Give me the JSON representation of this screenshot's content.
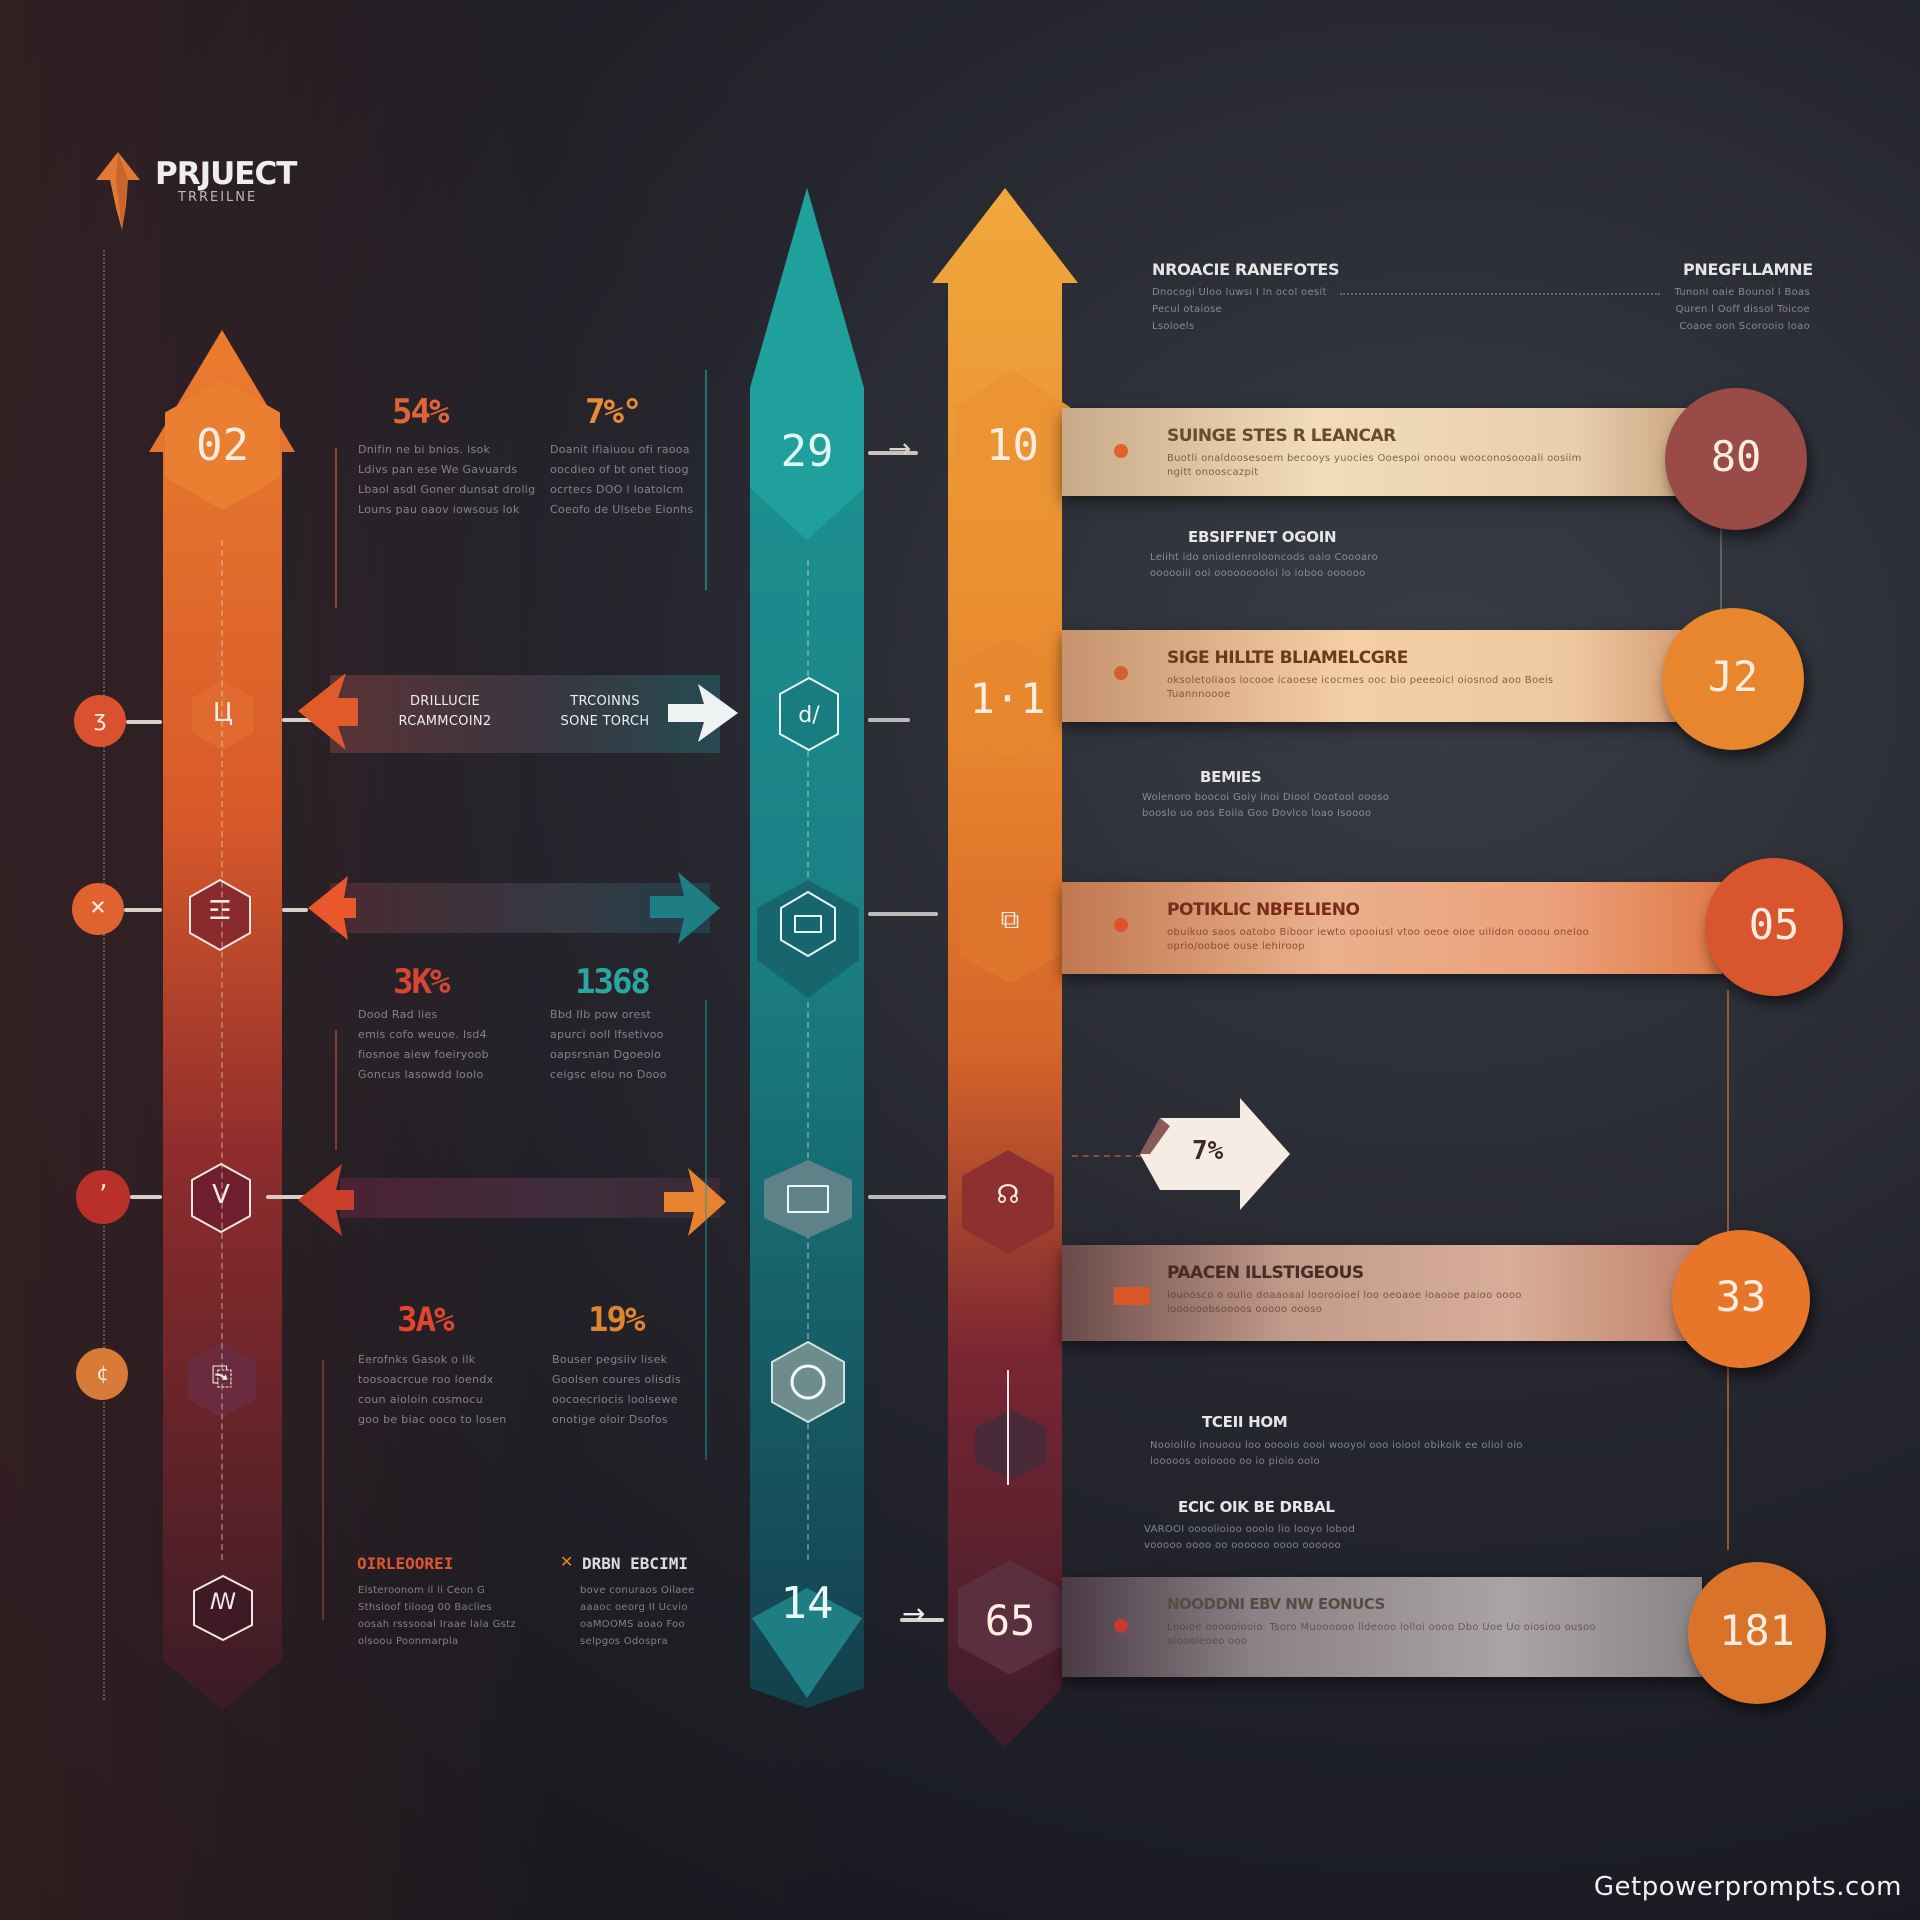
{
  "title": {
    "main": "PRJUECT",
    "sub": "TRREILNE"
  },
  "left_column": {
    "top_number": "02",
    "nodes": [
      {
        "icon": "U-glyph-icon",
        "glyph": "Ц"
      },
      {
        "icon": "document-glyph-icon",
        "glyph": "☲"
      },
      {
        "icon": "v-glyph-icon",
        "glyph": "V"
      },
      {
        "icon": "page-glyph-icon",
        "glyph": "⎘"
      },
      {
        "icon": "signature-glyph-icon",
        "glyph": "ꟿ"
      }
    ],
    "side_markers": [
      {
        "glyph": "ʒ",
        "color": "#d9512e"
      },
      {
        "glyph": "×",
        "color": "#e0622f"
      },
      {
        "glyph": "ʼ",
        "color": "#b9302b"
      },
      {
        "glyph": "¢",
        "color": "#d87a38"
      }
    ]
  },
  "teal_column": {
    "top_number": "29",
    "bottom_number": "14"
  },
  "orange_column": {
    "numbers": [
      "10",
      "1·1",
      "65"
    ]
  },
  "arrows": [
    {
      "left_label_1": "DRILLUCIE",
      "left_label_2": "RCAMMCOIN2",
      "right_label_1": "TRCOINNS",
      "right_label_2": "SONE TORCH"
    }
  ],
  "stats": [
    {
      "value": "54%",
      "color": "#e0643a",
      "lines": [
        "Dnifin ne bi bnios. lsok",
        "Ldivs pan ese We Gavuards",
        "Lbaol asdl Goner dunsat drolig",
        "Louns pau oaov iowsous lok"
      ]
    },
    {
      "value": "7%°",
      "color": "#e88a3a",
      "lines": [
        "Doanit ifiaiuou ofi raooa",
        "oocdieo of bt onet tioog",
        "ocrtecs DOO l loatolcm",
        "Coeofo de Ulsebe Eionhs"
      ]
    },
    {
      "value": "3K%",
      "color": "#d9452f",
      "lines": [
        "Dood Rad lies",
        "emis cofo weuoe. lsd4",
        "fiosnoe aiew foeiryoob",
        "Goncus lasowdd loolo"
      ]
    },
    {
      "value": "1368",
      "color": "#2aa6a0",
      "lines": [
        "Bbd IIb pow orest",
        "apurci ooll lfsetivoo",
        "oapsrsnan Dgoeoio",
        "ceigsc elou no Dooo"
      ]
    },
    {
      "value": "3A%",
      "color": "#e0452f",
      "lines": [
        "Eerofnks Gasok o ilk",
        "toosoacrcue roo loendx",
        "coun aioloin cosmocu",
        "goo be biac ooco to losen"
      ]
    },
    {
      "value": "19%",
      "color": "#e0842f",
      "lines": [
        "Bouser pegsiiv lisek",
        "Goolsen coures olisdis",
        "oocoecriocis loolsewe",
        "onotige oloir Dsofos"
      ]
    },
    {
      "value": "OIRLEOOREI",
      "color": "#e0552f",
      "lines": [
        "Elsteroonom il li Ceon G",
        "Sthsioof tiloog 00 Baclies",
        "oosah rsssooal Iraae lala Gstz",
        "olsoou Poonmarpla"
      ]
    },
    {
      "value": "DRBN EBCIMI",
      "color": "#dcdcdc",
      "lines": [
        "bove conuraos Oilaee",
        "aaaoc oeorg II Ucvio",
        "oaMOOMS aoao Foo",
        "selpgos Odospra"
      ]
    }
  ],
  "header_right": {
    "left_title": "NROACIE RANEFOTES",
    "left_lines": [
      "Dnocogi Uloo Iuwsi I ln ocol oesit",
      "Pecul otaiose",
      "Lsoloels"
    ],
    "right_title": "PNEGFLLAMNE",
    "right_lines": [
      "Tunonl oaie Bounol l Boas",
      "Quren l Ooff dissol Toicoe",
      "Coaoe oon Scorooio loao"
    ]
  },
  "banners": [
    {
      "title": "SUINGE STES R LEANCAR",
      "desc": "Buotli onaldoosesoem becooys yuocies Ooespoi onoou wooconosoooali oosiim ngitt onooscazpit",
      "circle": "80",
      "circle_color": "#9a4b48",
      "title_color": "#6a4a2a"
    },
    {
      "title": "SIGE HILLTE BLIAMELCGRE",
      "desc": "oksoletoliaos locooe icaoese icocmes ooc bio peeeoicl oiosnod aoo Boeis Tuannnoooe",
      "circle": "J2",
      "circle_color": "#e8862e",
      "title_color": "#6a3a1e"
    },
    {
      "title": "POTIKLIC NBFELIENO",
      "desc": "obuikuo saos oatobo Biboor iewto opooiusl vtoo oeoe oioe uilidon oooou oneloo oprio/ooboe ouse lehiroop",
      "circle": "05",
      "circle_color": "#d9552e",
      "title_color": "#7a2a1a"
    },
    {
      "title": "PAACEN ILLSTIGEOUS",
      "desc": "iouoosco o oulio doaaoaal loorooioel loo oeoaoe ioaooe paioo oooo ioooooobsoooos ooooo oooso",
      "circle": "33",
      "circle_color": "#e8762a",
      "title_color": "#4a2a24"
    },
    {
      "title": "NOODDNI EBV NW EONUCS",
      "desc": "Lnoioe oooooiooio. Tsoro Muoooooo lldeooo lolloi oooo Dbo Uoe Uo oiosioo ousoo oioooieoeo ooo",
      "circle": "181",
      "circle_color": "#d9732a",
      "title_color": "#5a4a44"
    }
  ],
  "side_notes": [
    {
      "title": "EBSIFFNET OGOIN",
      "lines": [
        "Leiiht ido oniodienrolooncods oaio Coooaro",
        "oooooiii ooi ooooooooloi lo ioboo oooooo"
      ]
    },
    {
      "title": "BEMIES",
      "lines": [
        "Wolenoro boocoi Goiy inoi Diool Oootool oooso",
        "booslo uo oos Eoiia Goo Dovlco loao Isoooo"
      ]
    },
    {
      "title": "TCEII HOM",
      "lines": [
        "Nooiolilo inouoou loo ooooio oooi wooyoi ooo ioiool obikoik ee oliol oio",
        "looooos ooioooo oo io pioio oolo"
      ]
    },
    {
      "title": "ECIC OIK BE DRBAL",
      "lines": [
        "VAROOI oooolioioo ooolo lio looyo lobod",
        "vooooo oooo oo oooooo oooo oooooo"
      ]
    }
  ],
  "callout_arrow": {
    "label": "7%"
  },
  "watermark": "Getpowerprompts.com",
  "colors": {
    "orange": "#e8862e",
    "teal": "#1e8a88",
    "maroon": "#6b2234",
    "amber": "#eaa23a",
    "background": "#1d1e25"
  }
}
